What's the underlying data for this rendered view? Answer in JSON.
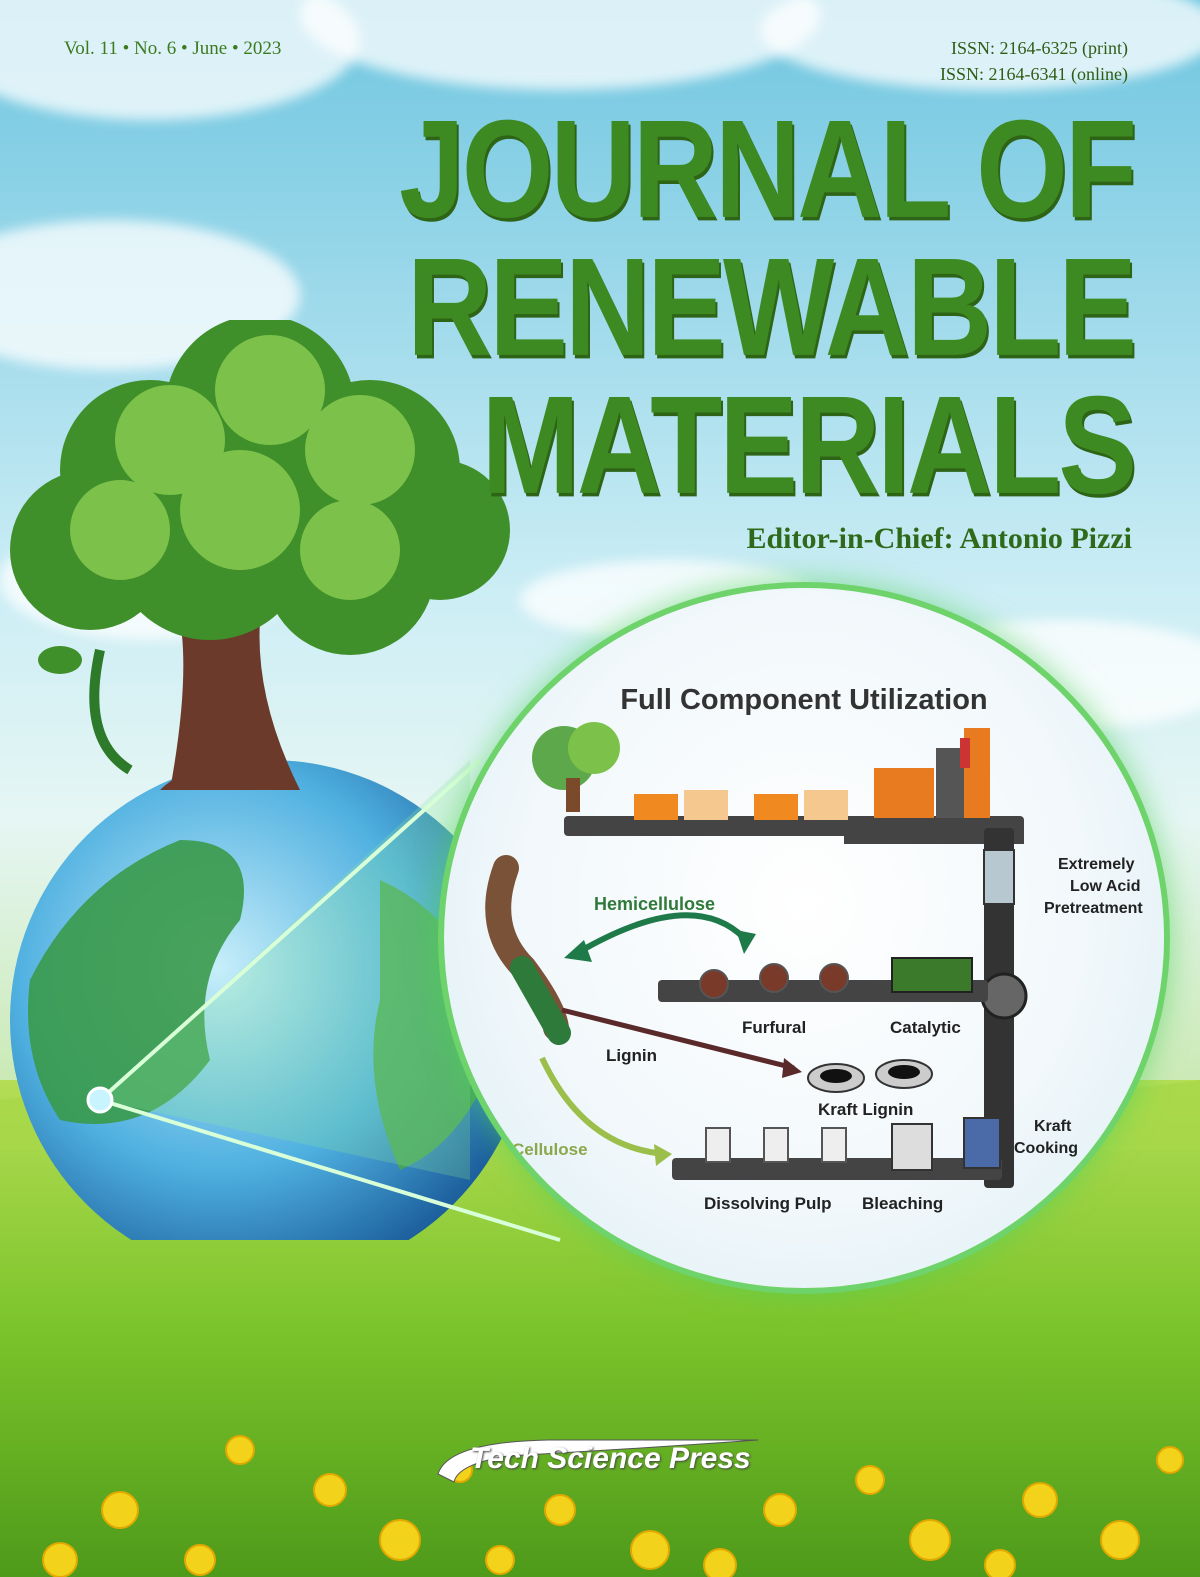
{
  "issue": {
    "vol": "Vol. 11",
    "no": "No. 6",
    "date": "June",
    "year": "2023"
  },
  "issn": {
    "print": "ISSN: 2164-6325 (print)",
    "online": "ISSN: 2164-6341 (online)"
  },
  "journal_title": {
    "line1": "JOURNAL OF",
    "line2": "RENEWABLE",
    "line3": "MATERIALS"
  },
  "editor": "Editor-in-Chief: Antonio Pizzi",
  "figure": {
    "title": "Full Component Utilization",
    "labels": {
      "hemicellulose": "Hemicellulose",
      "lignin": "Lignin",
      "cellulose": "Cellulose",
      "furfural": "Furfural",
      "catalytic": "Catalytic",
      "kraft_lignin": "Kraft Lignin",
      "dissolving_pulp": "Dissolving Pulp",
      "bleaching": "Bleaching",
      "pretreatment_1": "Extremely",
      "pretreatment_2": "Low Acid",
      "pretreatment_3": "Pretreatment",
      "kraft_1": "Kraft",
      "kraft_2": "Cooking"
    }
  },
  "publisher": "Tech Science Press",
  "colors": {
    "title_green": "#3e8a22",
    "glow_green": "#6dd36a",
    "hemicellulose_arrow": "#1f7a4a",
    "cellulose_arrow": "#9bbf4a",
    "lignin_arrow": "#5a2a2a"
  }
}
